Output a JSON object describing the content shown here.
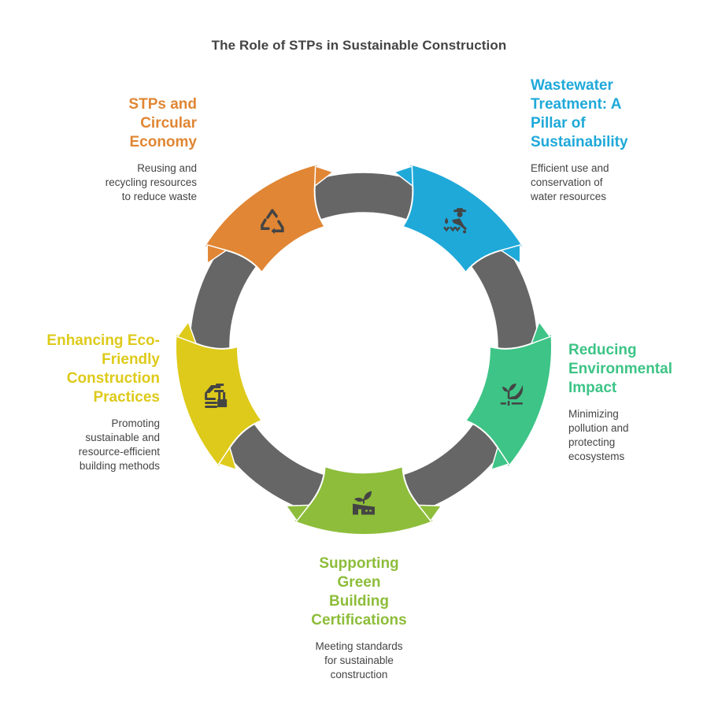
{
  "title": "The Role of STPs in Sustainable Construction",
  "colors": {
    "ring": "#666666",
    "icon": "#444444",
    "text": "#444444"
  },
  "segments": [
    {
      "id": "wastewater",
      "heading_lines": [
        "Wastewater",
        "Treatment: A",
        "Pillar of",
        "Sustainability"
      ],
      "description_lines": [
        "Efficient use and",
        "conservation of",
        "water resources"
      ],
      "color": "#1FA9D9",
      "icon": "farmer-watering-icon"
    },
    {
      "id": "environment",
      "heading_lines": [
        "Reducing",
        "Environmental",
        "Impact"
      ],
      "description_lines": [
        "Minimizing",
        "pollution and",
        "protecting",
        "ecosystems"
      ],
      "color": "#3DC486",
      "icon": "hand-plant-icon"
    },
    {
      "id": "certifications",
      "heading_lines": [
        "Supporting",
        "Green",
        "Building",
        "Certifications"
      ],
      "description_lines": [
        "Meeting standards",
        "for sustainable",
        "construction"
      ],
      "color": "#8DBD3A",
      "icon": "green-factory-icon"
    },
    {
      "id": "eco-construction",
      "heading_lines": [
        "Enhancing Eco-",
        "Friendly",
        "Construction",
        "Practices"
      ],
      "description_lines": [
        "Promoting",
        "sustainable and",
        "resource-efficient",
        "building methods"
      ],
      "color": "#DECA1A",
      "icon": "eco-house-icon"
    },
    {
      "id": "circular",
      "heading_lines": [
        "STPs and",
        "Circular",
        "Economy"
      ],
      "description_lines": [
        "Reusing and",
        "recycling resources",
        "to reduce waste"
      ],
      "color": "#E08634",
      "icon": "recycle-icon"
    }
  ]
}
